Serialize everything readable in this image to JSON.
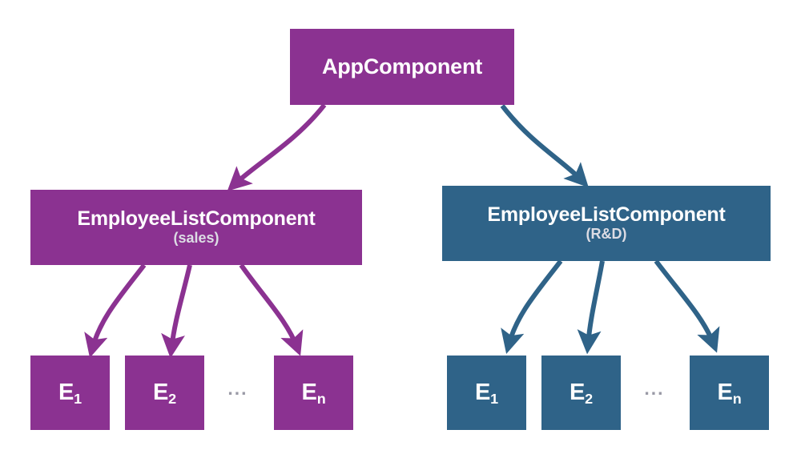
{
  "diagram": {
    "type": "component-tree",
    "title_text": "AppComponent component tree",
    "colors": {
      "purple": "#8B3291",
      "blue": "#2F6388",
      "white": "#ffffff",
      "subtitle": "#dcdce4",
      "ellipsis": "#9a9aa6",
      "background": "#ffffff"
    },
    "root": {
      "label": "AppComponent",
      "color_key": "purple"
    },
    "branches": [
      {
        "id": "sales",
        "color_key": "purple",
        "list": {
          "label": "EmployeeListComponent",
          "subtitle": "(sales)"
        },
        "ellipsis": "...",
        "leaves": [
          {
            "base": "E",
            "sub": "1"
          },
          {
            "base": "E",
            "sub": "2"
          },
          {
            "base": "E",
            "sub": "n"
          }
        ]
      },
      {
        "id": "rd",
        "color_key": "blue",
        "list": {
          "label": "EmployeeListComponent",
          "subtitle": "(R&D)"
        },
        "ellipsis": "...",
        "leaves": [
          {
            "base": "E",
            "sub": "1"
          },
          {
            "base": "E",
            "sub": "2"
          },
          {
            "base": "E",
            "sub": "n"
          }
        ]
      }
    ],
    "edges": [
      {
        "from": "AppComponent",
        "to": "EmployeeListComponent (sales)",
        "color_key": "purple"
      },
      {
        "from": "AppComponent",
        "to": "EmployeeListComponent (R&D)",
        "color_key": "blue"
      },
      {
        "from": "EmployeeListComponent (sales)",
        "to": "E1",
        "color_key": "purple"
      },
      {
        "from": "EmployeeListComponent (sales)",
        "to": "E2",
        "color_key": "purple"
      },
      {
        "from": "EmployeeListComponent (sales)",
        "to": "En",
        "color_key": "purple"
      },
      {
        "from": "EmployeeListComponent (R&D)",
        "to": "E1",
        "color_key": "blue"
      },
      {
        "from": "EmployeeListComponent (R&D)",
        "to": "E2",
        "color_key": "blue"
      },
      {
        "from": "EmployeeListComponent (R&D)",
        "to": "En",
        "color_key": "blue"
      }
    ]
  }
}
